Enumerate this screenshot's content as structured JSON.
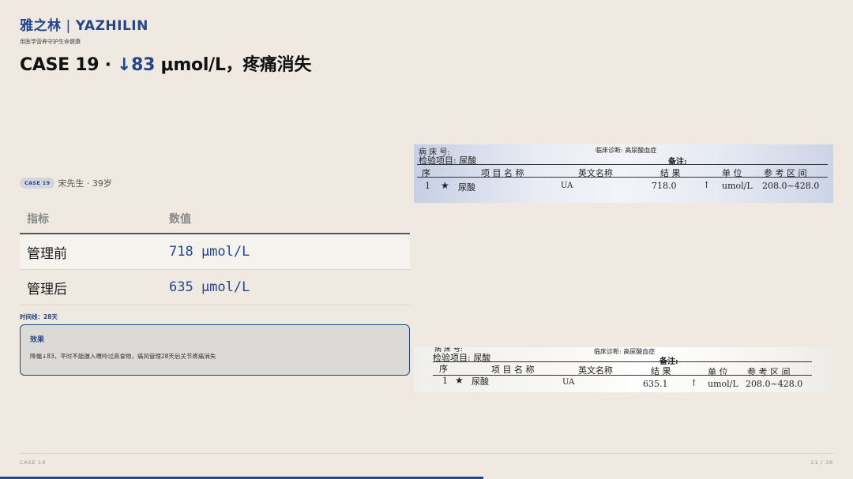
{
  "header": {
    "brand_cn": "雅之林",
    "brand_sep": "|",
    "brand_en": "YAZHILIN",
    "tagline": "用医学营养守护生命健康",
    "title_prefix": "CASE 19 · ",
    "title_highlight": "↓83",
    "title_suffix": " μmol/L，疼痛消失"
  },
  "case": {
    "badge": "CASE 19",
    "person": "宋先生 · 39岁"
  },
  "table": {
    "headers": [
      "指标",
      "数值"
    ],
    "rows": [
      {
        "label": "管理前",
        "value": "718 μmol/L"
      },
      {
        "label": "管理后",
        "value": "635 μmol/L"
      }
    ]
  },
  "timeline": "时间线：28天",
  "effect": {
    "title": "效果",
    "text": "降幅↓83，平时不能摄入嘌呤过高食物，痛风管理28天后关节疼痛消失"
  },
  "reports": [
    {
      "top_left": "病 床 号:",
      "diagnosis": "临床诊断: 高尿酸血症",
      "item": "检验项目: 尿酸",
      "note": "备注:",
      "headers": [
        "序",
        "项 目 名 称",
        "英文名称",
        "结  果",
        "单 位",
        "参 考 区 间"
      ],
      "row": {
        "no": "1",
        "star": "★",
        "name": "尿酸",
        "en": "UA",
        "result": "718.0",
        "flag": "↑",
        "unit": "umol/L",
        "range": "208.0~428.0"
      }
    },
    {
      "top_left": "病 床 号:",
      "diagnosis": "临床诊断: 高尿酸血症",
      "item": "检验项目: 尿酸",
      "note": "备注:",
      "headers": [
        "序",
        "项 目 名 称",
        "英文名称",
        "结  果",
        "单 位",
        "参 考 区 间"
      ],
      "row": {
        "no": "1",
        "star": "★",
        "name": "尿酸",
        "en": "UA",
        "result": "635.1",
        "flag": "↑",
        "unit": "umol/L",
        "range": "208.0~428.0"
      }
    }
  ],
  "footer": {
    "left": "CASE 19",
    "right": "21 / 38",
    "progress": 0.567
  },
  "colors": {
    "accent": "#23468a",
    "background": "#efe9e1"
  }
}
